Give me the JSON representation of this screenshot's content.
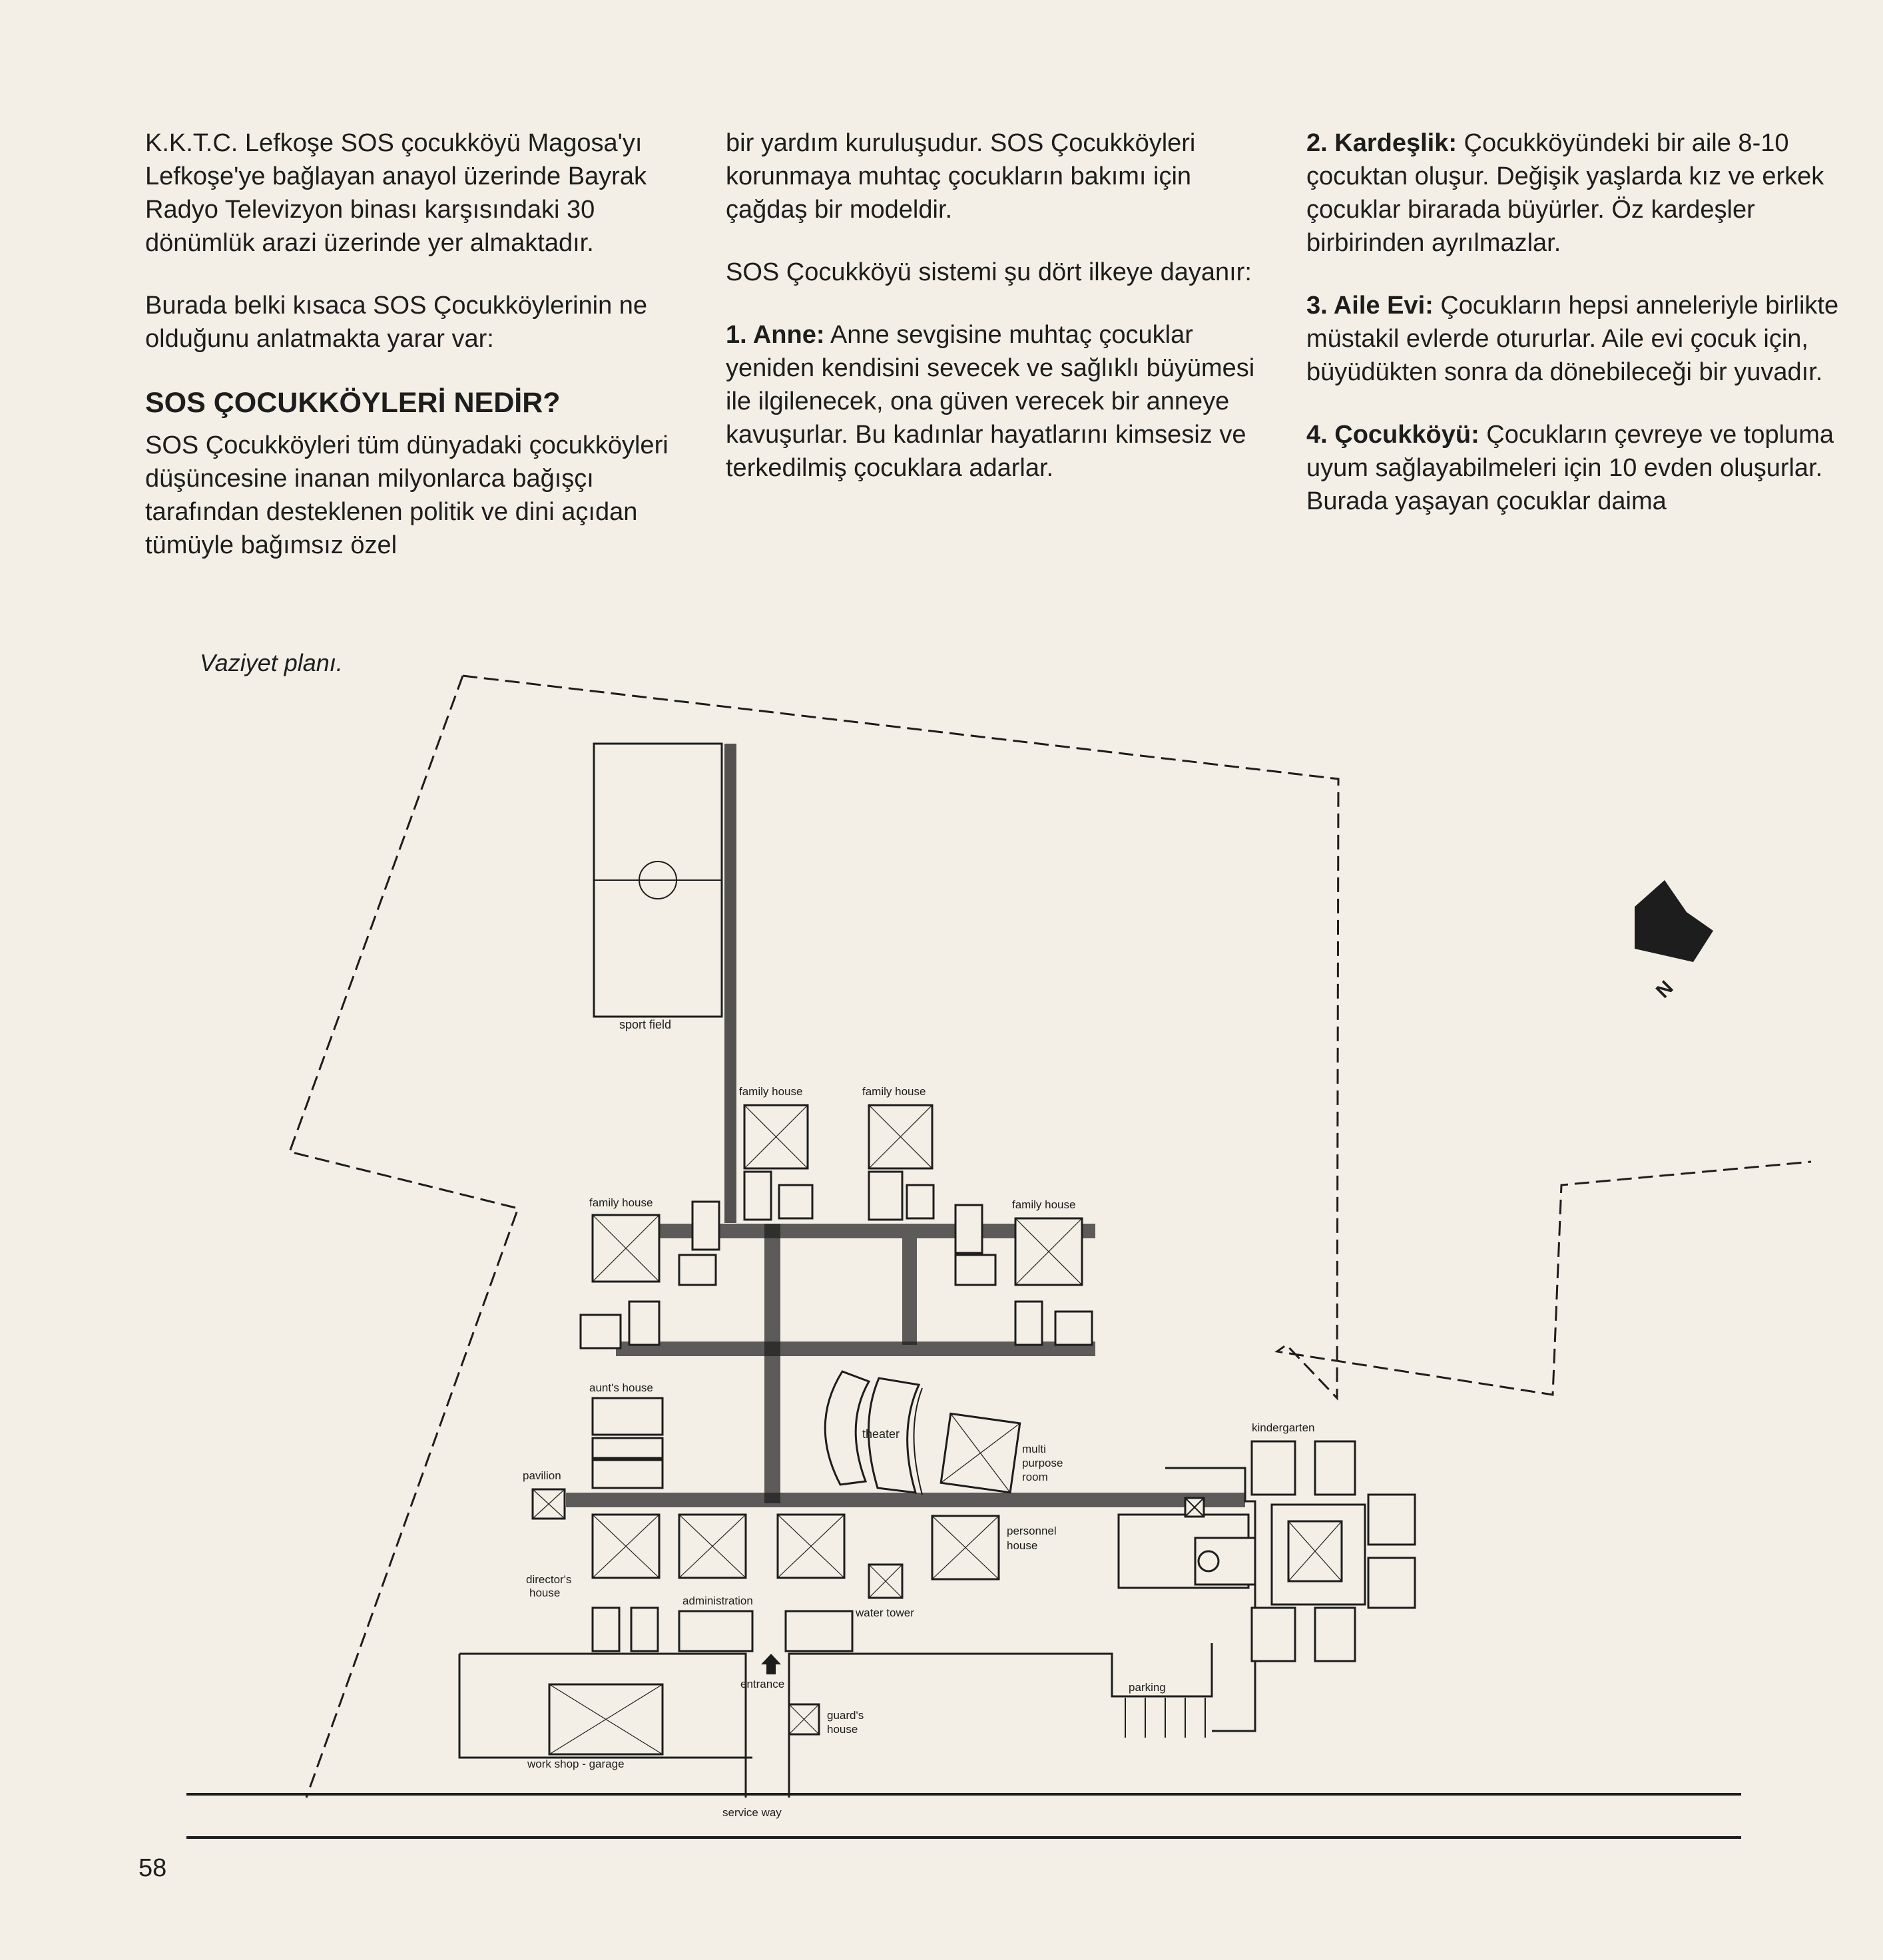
{
  "column1": {
    "p1": "K.K.T.C. Lefkoşe SOS çocukköyü Magosa'yı Lefkoşe'ye bağlayan anayol üzerinde Bayrak Radyo Televizyon binası karşısındaki 30 dönümlük arazi üzerinde yer almaktadır.",
    "p2": "Burada belki kısaca SOS Çocukköylerinin ne olduğunu anlatmakta yarar var:",
    "heading": "SOS ÇOCUKKÖYLERİ NEDİR?",
    "p3": "SOS Çocukköyleri tüm dünyadaki çocukköyleri düşüncesine inanan milyonlarca bağışçı tarafından desteklenen politik ve dini açıdan tümüyle bağımsız özel"
  },
  "column2": {
    "p1": "bir yardım kuruluşudur. SOS Çocukköyleri korunmaya muhtaç çocukların bakımı için çağdaş bir modeldir.",
    "p2": "SOS Çocukköyü sistemi şu dört ilkeye dayanır:",
    "item1_label": "1. Anne:",
    "item1_text": " Anne sevgisine muhtaç çocuklar yeniden kendisini sevecek ve sağlıklı büyümesi ile ilgilenecek, ona güven verecek bir anneye kavuşurlar. Bu kadınlar hayatlarını kimsesiz ve terkedilmiş çocuklara adarlar."
  },
  "column3": {
    "item2_label": "2. Kardeşlik:",
    "item2_text": " Çocukköyündeki bir aile 8-10 çocuktan oluşur. Değişik yaşlarda kız ve erkek çocuklar birarada büyürler. Öz kardeşler birbirinden ayrılmazlar.",
    "item3_label": "3. Aile Evi:",
    "item3_text": " Çocukların hepsi anneleriyle birlikte müstakil evlerde otururlar. Aile evi çocuk için, büyüdükten sonra da dönebileceği bir yuvadır.",
    "item4_label": "4. Çocukköyü:",
    "item4_text": " Çocukların çevreye ve topluma uyum sağlayabilmeleri için 10 evden oluşurlar. Burada yaşayan çocuklar daima"
  },
  "caption": "Vaziyet planı.",
  "page_number": "58",
  "plan": {
    "north": "N",
    "labels": {
      "sport_field": "sport field",
      "family_house": "family house",
      "aunts_house": "aunt's house",
      "theater": "theater",
      "multi": "multi",
      "purpose": "purpose",
      "room": "room",
      "kindergarten": "kindergarten",
      "pavilion": "pavilion",
      "personnel": "personnel",
      "house": "house",
      "directors": "director's",
      "administration": "administration",
      "water_tower": "water tower",
      "entrance": "entrance",
      "parking": "parking",
      "guards": "guard's",
      "workshop": "work shop - garage",
      "service_way": "service    way"
    }
  }
}
